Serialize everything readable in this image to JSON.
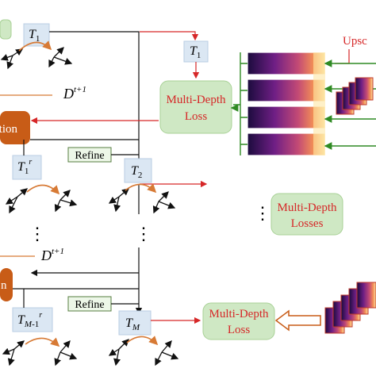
{
  "labels": {
    "t1_top": "T",
    "t1_top_sub": "1",
    "t1_loss": "T",
    "t1_loss_sub": "1",
    "t1r": "T",
    "t1r_sub": "1",
    "t1r_sup": "r",
    "t2": "T",
    "t2_sub": "2",
    "tm1r_main": "T",
    "tm1r_sub": "M",
    "tm1r_minus": "-1",
    "tm1r_sup": "r",
    "tm": "T",
    "tm_sub": "M",
    "d_top": "D",
    "d_top_sup": "t+1",
    "d_bottom": "D",
    "d_bottom_sup": "t+1"
  },
  "boxes": {
    "multi_depth_loss_1_line1": "Multi-Depth",
    "multi_depth_loss_1_line2": "Loss",
    "multi_depth_losses_line1": "Multi-Depth",
    "multi_depth_losses_line2": "Losses",
    "multi_depth_loss_2_line1": "Multi-Depth",
    "multi_depth_loss_2_line2": "Loss",
    "orange_top": "ction",
    "orange_bottom": "n",
    "refine_top": "Refine",
    "refine_bottom": "Refine",
    "upscale_partial": "Upsc"
  },
  "dots": {
    "vertical": "⋮"
  },
  "colors": {
    "green_fill": "#cfe8c4",
    "label_fill": "#dbe7f3",
    "orange": "#c85c17",
    "red": "#d62728",
    "green_line": "#2f8a23",
    "arc": "#d77a35"
  }
}
